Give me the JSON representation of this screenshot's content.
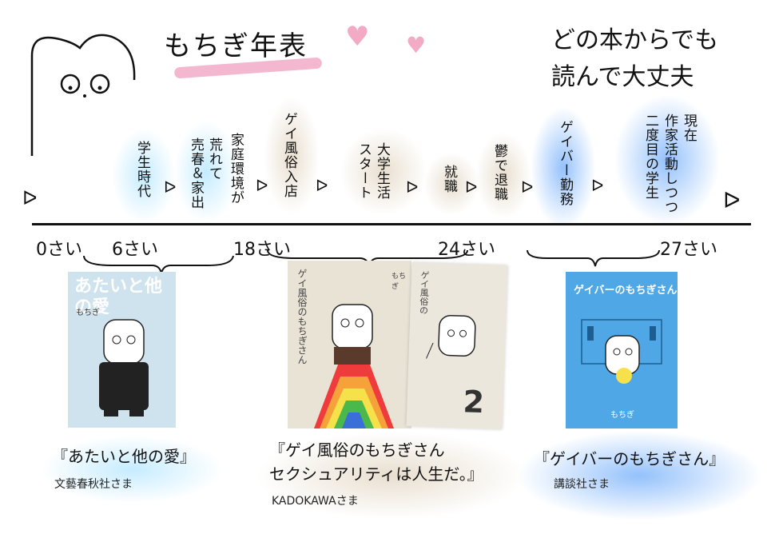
{
  "header": {
    "title": "もちぎ年表",
    "note_line1": "どの本からでも",
    "note_line2": "読んで大丈夫"
  },
  "timeline_events": [
    {
      "lines": [
        "学生時代"
      ],
      "glow": "cyan"
    },
    {
      "lines": [
        "売春＆家出",
        "荒れて"
      ],
      "glow": "cyan"
    },
    {
      "lines": [
        "家庭環境が"
      ],
      "glow": "none"
    },
    {
      "lines": [
        "ゲイ風俗入店"
      ],
      "glow": "beige"
    },
    {
      "lines": [
        "大学生活",
        "スタート"
      ],
      "glow": "beige"
    },
    {
      "lines": [
        "就職"
      ],
      "glow": "beige"
    },
    {
      "lines": [
        "鬱で退職"
      ],
      "glow": "beige"
    },
    {
      "lines": [
        "ゲイバー勤務"
      ],
      "glow": "blue"
    },
    {
      "lines": [
        "現在",
        "作家活動しつつ",
        "二度目の学生"
      ],
      "glow": "blue"
    }
  ],
  "arrow_glyph": "ᐅ",
  "ages": {
    "a0": "0さい",
    "a6": "6さい",
    "a18": "18さい",
    "a24": "24さい",
    "a27": "27さい"
  },
  "books": [
    {
      "cover_title": "あたいと他の愛",
      "cover_author": "もちぎ",
      "caption": "『あたいと他の愛』",
      "publisher": "文藝春秋社さま"
    },
    {
      "cover_title": "ゲイ風俗のもちぎさん",
      "cover_title2": "ゲイ風俗の",
      "cover_author": "もちぎ",
      "volume": "2",
      "caption_line1": "『ゲイ風俗のもちぎさん",
      "caption_line2": "セクシュアリティは人生だ。』",
      "publisher": "KADOKAWAさま"
    },
    {
      "cover_title": "ゲイバーのもちぎさん",
      "cover_author": "もちぎ",
      "caption": "『ゲイバーのもちぎさん』",
      "publisher": "講談社さま"
    }
  ],
  "colors": {
    "cover1": "#cfe3ee",
    "cover2": "#e9e3d6",
    "cover3": "#4fa7e6",
    "title_underline": "#f3b8cf",
    "heart": "#f2aac5"
  },
  "icons": [
    "mascot-face-icon",
    "heart-icon",
    "arrow-right-icon",
    "brace-icon"
  ]
}
